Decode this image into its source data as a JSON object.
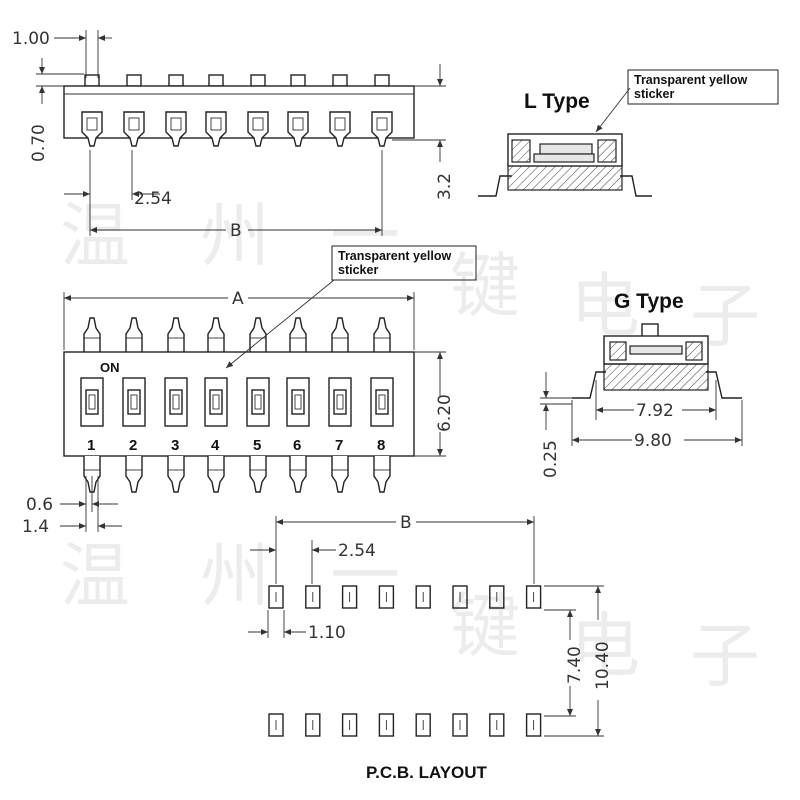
{
  "dimensions": {
    "top_pitch_width": "1.00",
    "top_height": "0.70",
    "overall_height": "3.2",
    "top_pin_pitch": "2.54",
    "top_span": "B",
    "body_length": "A",
    "body_width": "6.20",
    "pin_width": "0.6",
    "pad_width": "1.4",
    "g_inner_width": "7.92",
    "g_outer_width": "9.80",
    "g_standoff": "0.25",
    "pcb_span": "B",
    "pcb_pitch": "2.54",
    "pcb_pad_width": "1.10",
    "pcb_inner_spacing": "7.40",
    "pcb_outer_spacing": "10.40"
  },
  "labels": {
    "on_marking": "ON",
    "switch_numbers": [
      "1",
      "2",
      "3",
      "4",
      "5",
      "6",
      "7",
      "8"
    ],
    "l_type_title": "L Type",
    "g_type_title": "G Type",
    "sticker_line1": "Transparent yellow",
    "sticker_line2": "sticker",
    "pcb_layout_title": "P.C.B. LAYOUT"
  },
  "watermark": [
    "温",
    "州",
    "一",
    "键",
    "电",
    "子"
  ]
}
